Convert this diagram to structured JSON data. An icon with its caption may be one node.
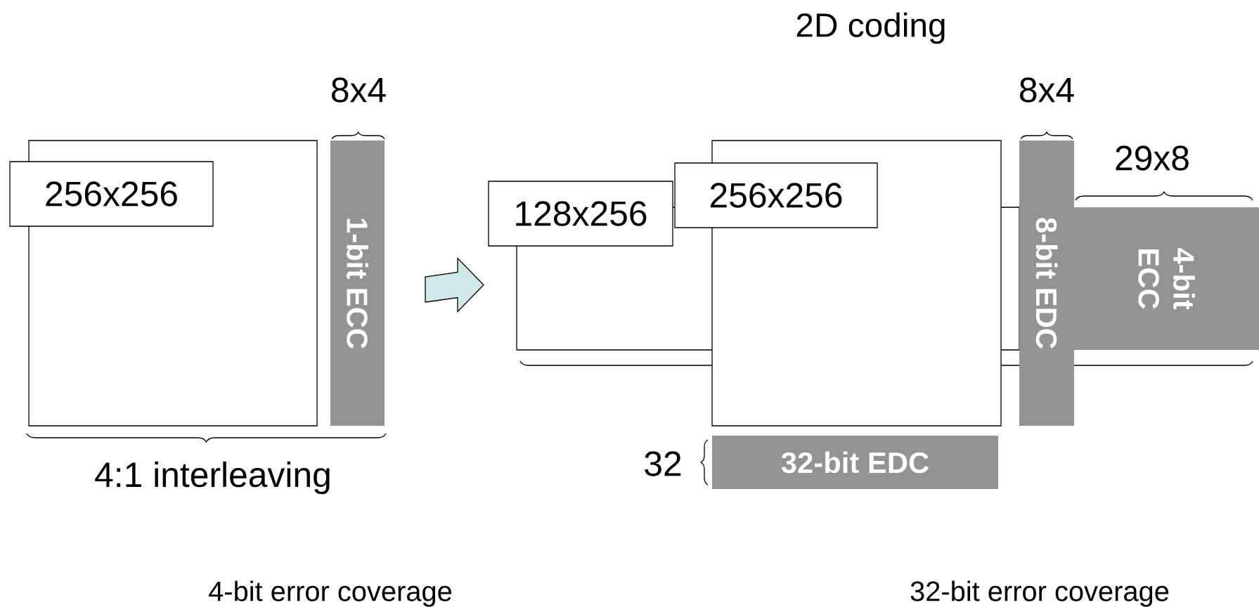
{
  "diagram": {
    "nodes": [
      {
        "text": [],
        "shape": "box"
      },
      {
        "text": [
          "256x256"
        ]
      },
      {
        "text": [
          "1-bit ECC"
        ]
      },
      {
        "text": [],
        "shape": "box"
      },
      {
        "text": [
          "128x256"
        ]
      },
      {
        "text": [],
        "shape": "box"
      },
      {
        "text": [
          "256x256"
        ]
      },
      {
        "text": [
          "8-bit EDC"
        ]
      },
      {
        "text": [
          "4-bit ECC"
        ]
      },
      {
        "text": [
          "32-bit EDC"
        ]
      }
    ],
    "edges": [
      {
        "from": 2,
        "to": 3,
        "arrow": "to"
      }
    ],
    "labels": [
      "2D coding",
      "8x4",
      "8x4",
      "29x8",
      "4:1 interleaving",
      "32",
      "4-bit error coverage",
      "32-bit error coverage"
    ]
  }
}
